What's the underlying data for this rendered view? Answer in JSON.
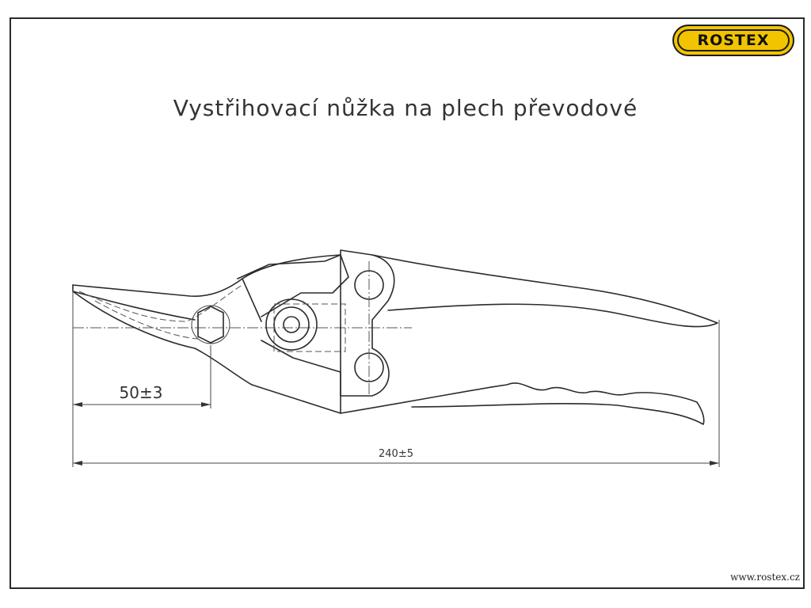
{
  "title": "Vystřihovací nůžka na plech převodové",
  "logo": {
    "text": "ROSTEX",
    "color": "#f2c400"
  },
  "website": "www.rostex.cz",
  "dimensions": {
    "jaw_length": "50±3",
    "total_length": "240±5"
  }
}
